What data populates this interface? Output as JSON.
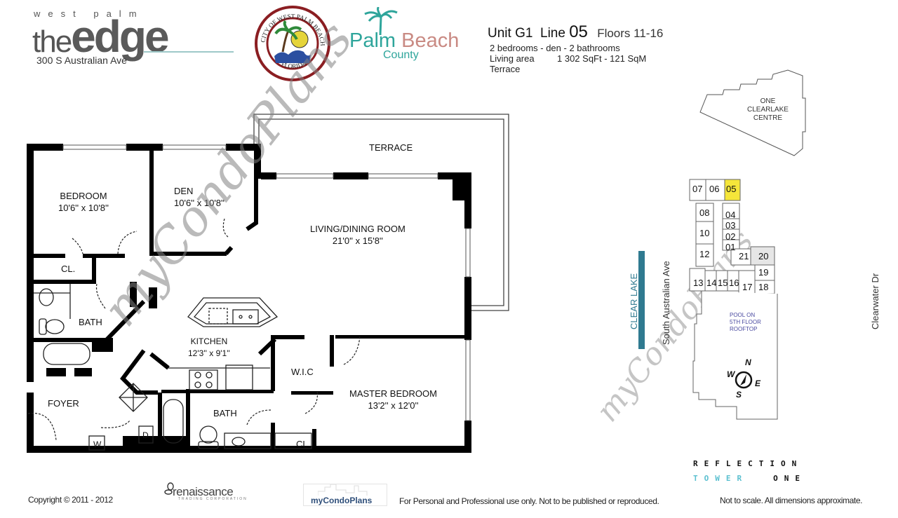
{
  "header": {
    "brand_small": "west palm",
    "brand_the": "the",
    "brand_edge": "edge",
    "address": "300 S Australian Ave",
    "seal": {
      "top_text": "CITY OF WEST PALM BEACH",
      "bottom_text": "FLORIDA"
    },
    "county_logo": {
      "palm": "Palm",
      "beach": "Beach",
      "county": "County"
    }
  },
  "unit": {
    "unit_label": "Unit",
    "unit_value": "G1",
    "line_label": "Line",
    "line_value": "05",
    "floors": "Floors 11-16",
    "rooms": "2 bedrooms - den - 2 bathrooms",
    "living_area_label": "Living area",
    "living_area_value": "1 302 SqFt - 121 SqM",
    "terrace_label": "Terrace"
  },
  "floorplan": {
    "rooms": [
      {
        "name": "BEDROOM",
        "size": "10'6'' x 10'8''"
      },
      {
        "name": "DEN",
        "size": "10'6'' x 10'8''"
      },
      {
        "name": "TERRACE",
        "size": ""
      },
      {
        "name": "LIVING/DINING ROOM",
        "size": "21'0'' x 15'8''"
      },
      {
        "name": "KITCHEN",
        "size": "12'3'' x 9'1''"
      },
      {
        "name": "MASTER BEDROOM",
        "size": "13'2'' x 12'0''"
      },
      {
        "name": "W.I.C",
        "size": ""
      },
      {
        "name": "BATH",
        "size": ""
      },
      {
        "name": "BATH",
        "size": ""
      },
      {
        "name": "FOYER",
        "size": ""
      },
      {
        "name": "CL.",
        "size": ""
      },
      {
        "name": "CL.",
        "size": ""
      },
      {
        "name": "W",
        "size": ""
      },
      {
        "name": "D",
        "size": ""
      }
    ]
  },
  "siteplan": {
    "neighbor": [
      "ONE",
      "CLEARLAKE",
      "CENTRE"
    ],
    "units": [
      "07",
      "06",
      "05",
      "08",
      "04",
      "03",
      "10",
      "02",
      "01",
      "12",
      "21",
      "20",
      "19",
      "13",
      "14",
      "15",
      "16",
      "17",
      "18"
    ],
    "highlighted_unit": "05",
    "highlight_color": "#f5e63a",
    "lake_label": "CLEAR LAKE",
    "street_west": "South Australian Ave",
    "street_east": "Clearwater Dr",
    "pool_note": [
      "POOL ON",
      "5TH FLOOR",
      "ROOFTOP"
    ],
    "compass": {
      "n": "N",
      "s": "S",
      "e": "E",
      "w": "W"
    }
  },
  "watermark": "myCondoPlans",
  "footer": {
    "copyright": "Copyright © 2011 - 2012",
    "developer": "renaissance",
    "developer_sub": "TRADING CORPORATION",
    "site_logo": "myCondoPlans",
    "usage": "For Personal and Professional use only.  Not to be published or reproduced.",
    "scale_note": "Not to scale.  All dimensions approximate.",
    "project_line1": "REFLECTION",
    "project_tower": "TOWER",
    "project_one": "ONE"
  },
  "colors": {
    "wall": "#000000",
    "county_teal": "#2ea59b",
    "county_rose": "#c98a83",
    "seal_red": "#8b1e22",
    "lake_blue": "#2f7a90",
    "tower_cyan": "#5bc0d0",
    "pool_text": "#4a4aa0"
  }
}
